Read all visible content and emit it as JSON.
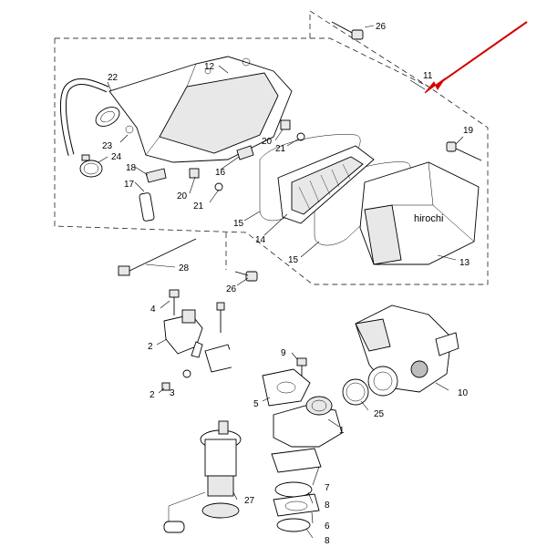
{
  "watermark": "hirochi",
  "arrow_color": "#d40000",
  "callouts": {
    "c1": "1",
    "c2a": "2",
    "c2b": "2",
    "c3": "3",
    "c4": "4",
    "c5": "5",
    "c6": "6",
    "c7": "7",
    "c8a": "8",
    "c8b": "8",
    "c9": "9",
    "c10": "10",
    "c11": "11",
    "c12": "12",
    "c13": "13",
    "c14": "14",
    "c15a": "15",
    "c15b": "15",
    "c16": "16",
    "c17": "17",
    "c18": "18",
    "c19": "19",
    "c20a": "20",
    "c20b": "20",
    "c21a": "21",
    "c21b": "21",
    "c22": "22",
    "c23": "23",
    "c24": "24",
    "c25": "25",
    "c26a": "26",
    "c26b": "26",
    "c27": "27",
    "c28": "28"
  }
}
